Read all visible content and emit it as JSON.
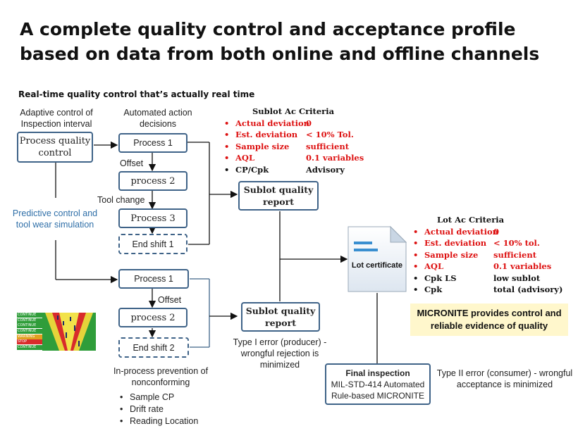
{
  "title": "A complete quality control and acceptance profile based on data from both online and offline channels",
  "subtitle": "Real-time quality control that’s actually real time",
  "labels": {
    "adaptive": "Adaptive control of Inspection interval",
    "automated": "Automated action decisions",
    "offset1": "Offset",
    "tool_change": "Tool change",
    "offset2": "Offset",
    "predictive": "Predictive control and tool wear simulation",
    "in_process": "In-process prevention of nonconforming",
    "type1": "Type I error (producer) - wrongful rejection is minimized",
    "type2": "Type II error (consumer) - wrongful acceptance is minimized"
  },
  "boxes": {
    "process_quality_control": "Process quality control",
    "process1_top": "Process 1",
    "process2_top": "process 2",
    "process3": "Process 3",
    "end_shift1": "End shift 1",
    "process1_bottom": "Process 1",
    "process2_bottom": "process 2",
    "end_shift2": "End shift 2",
    "sublot_report_1": "Sublot quality report",
    "sublot_report_2": "Sublot quality report",
    "lot_certificate": "Lot certificate",
    "final_inspection_title": "Final inspection",
    "final_inspection_line1": "MIL-STD-414 Automated",
    "final_inspection_line2": "Rule-based MICRONITE"
  },
  "sublot_criteria": {
    "heading": "Sublot Ac Criteria",
    "items": [
      {
        "key": "Actual deviation",
        "value": "0",
        "color": "red"
      },
      {
        "key": "Est. deviation",
        "value": "< 10% Tol.",
        "color": "red"
      },
      {
        "key": "Sample size",
        "value": "sufficient",
        "color": "red"
      },
      {
        "key": "AQL",
        "value": "0.1 variables",
        "color": "red"
      },
      {
        "key": "CP/Cpk",
        "value": "Advisory",
        "color": "black"
      }
    ]
  },
  "lot_criteria": {
    "heading": "Lot Ac Criteria",
    "items": [
      {
        "key": "Actual deviation",
        "value": "0",
        "color": "red"
      },
      {
        "key": "Est. deviation",
        "value": "< 10% tol.",
        "color": "red"
      },
      {
        "key": "Sample size",
        "value": "sufficient",
        "color": "red"
      },
      {
        "key": "AQL",
        "value": "0.1 variables",
        "color": "red"
      },
      {
        "key": "Cpk LS",
        "value": "low sublot",
        "color": "black"
      },
      {
        "key": "Cpk",
        "value": "total (advisory)",
        "color": "black"
      }
    ]
  },
  "micronite": "MICRONITE provides control and reliable evidence of quality",
  "in_process_bullets": [
    "Sample CP",
    "Drift rate",
    "Reading Location"
  ],
  "status_panel": [
    "CONTINUE",
    "CONTINUE",
    "CONTINUE",
    "CONTINUE",
    "WARNING",
    "STOP",
    "CONTINUE"
  ],
  "colors": {
    "box_border": "#3f6388",
    "criteria_red": "#dd1111",
    "predictive_text": "#2f6fa8",
    "micronite_bg": "#fff7cc"
  }
}
